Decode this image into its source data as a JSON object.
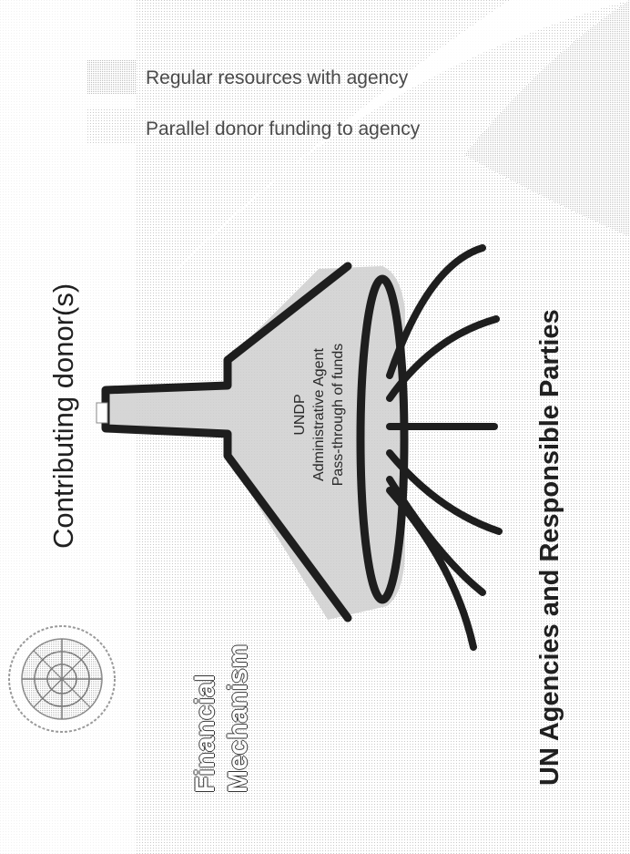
{
  "legend": [
    {
      "label": "Regular resources with agency"
    },
    {
      "label": "Parallel donor funding to agency"
    }
  ],
  "title": "Contributing donor(s)",
  "agent": {
    "line1": "UNDP",
    "line2": "Administrative Agent",
    "line3": "Pass-through of funds"
  },
  "side_label": {
    "line1": "Financial",
    "line2": "Mechanism"
  },
  "bottom_label": "UN Agencies and Responsible Parties",
  "colors": {
    "funnel_stroke": "#1e1e1e",
    "funnel_fill": "#cfcfcf",
    "background": "#eeeeee",
    "legend_box": "#b5b5b5"
  },
  "icons": [
    "un-emblem-icon"
  ]
}
